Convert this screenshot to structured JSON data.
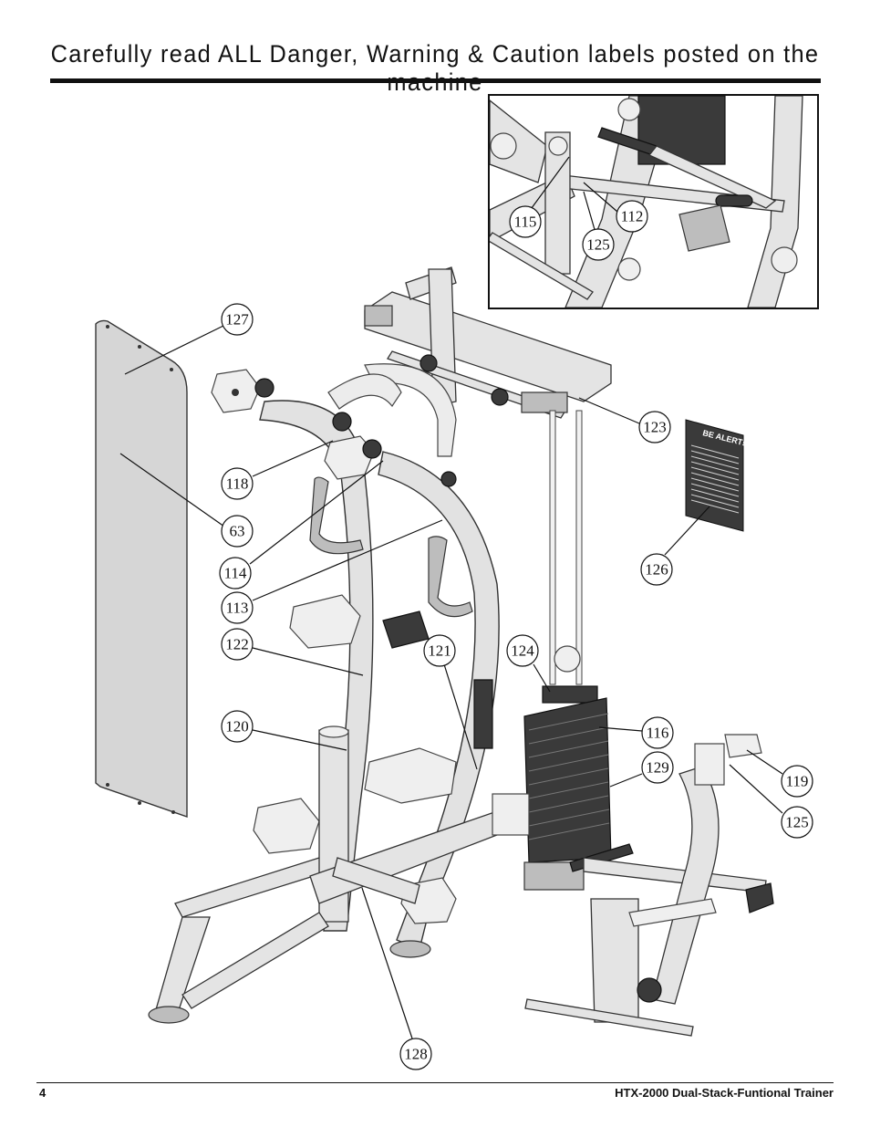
{
  "header": {
    "title": "Carefully read ALL Danger, Warning & Caution labels posted on the machine"
  },
  "sign": {
    "title": "BE ALERT!"
  },
  "callouts": [
    {
      "id": "c127",
      "label": "127"
    },
    {
      "id": "c118",
      "label": "118"
    },
    {
      "id": "c63",
      "label": "63"
    },
    {
      "id": "c114",
      "label": "114"
    },
    {
      "id": "c113",
      "label": "113"
    },
    {
      "id": "c122",
      "label": "122"
    },
    {
      "id": "c121",
      "label": "121"
    },
    {
      "id": "c124",
      "label": "124"
    },
    {
      "id": "c120",
      "label": "120"
    },
    {
      "id": "c128",
      "label": "128"
    },
    {
      "id": "c123",
      "label": "123"
    },
    {
      "id": "c126",
      "label": "126"
    },
    {
      "id": "c116",
      "label": "116"
    },
    {
      "id": "c129",
      "label": "129"
    },
    {
      "id": "c119",
      "label": "119"
    },
    {
      "id": "c125",
      "label": "125"
    },
    {
      "id": "i115",
      "label": "115"
    },
    {
      "id": "i112",
      "label": "112"
    },
    {
      "id": "i125",
      "label": "125"
    }
  ],
  "footer": {
    "page_number": "4",
    "product": "HTX-2000 Dual-Stack-Funtional Trainer"
  }
}
